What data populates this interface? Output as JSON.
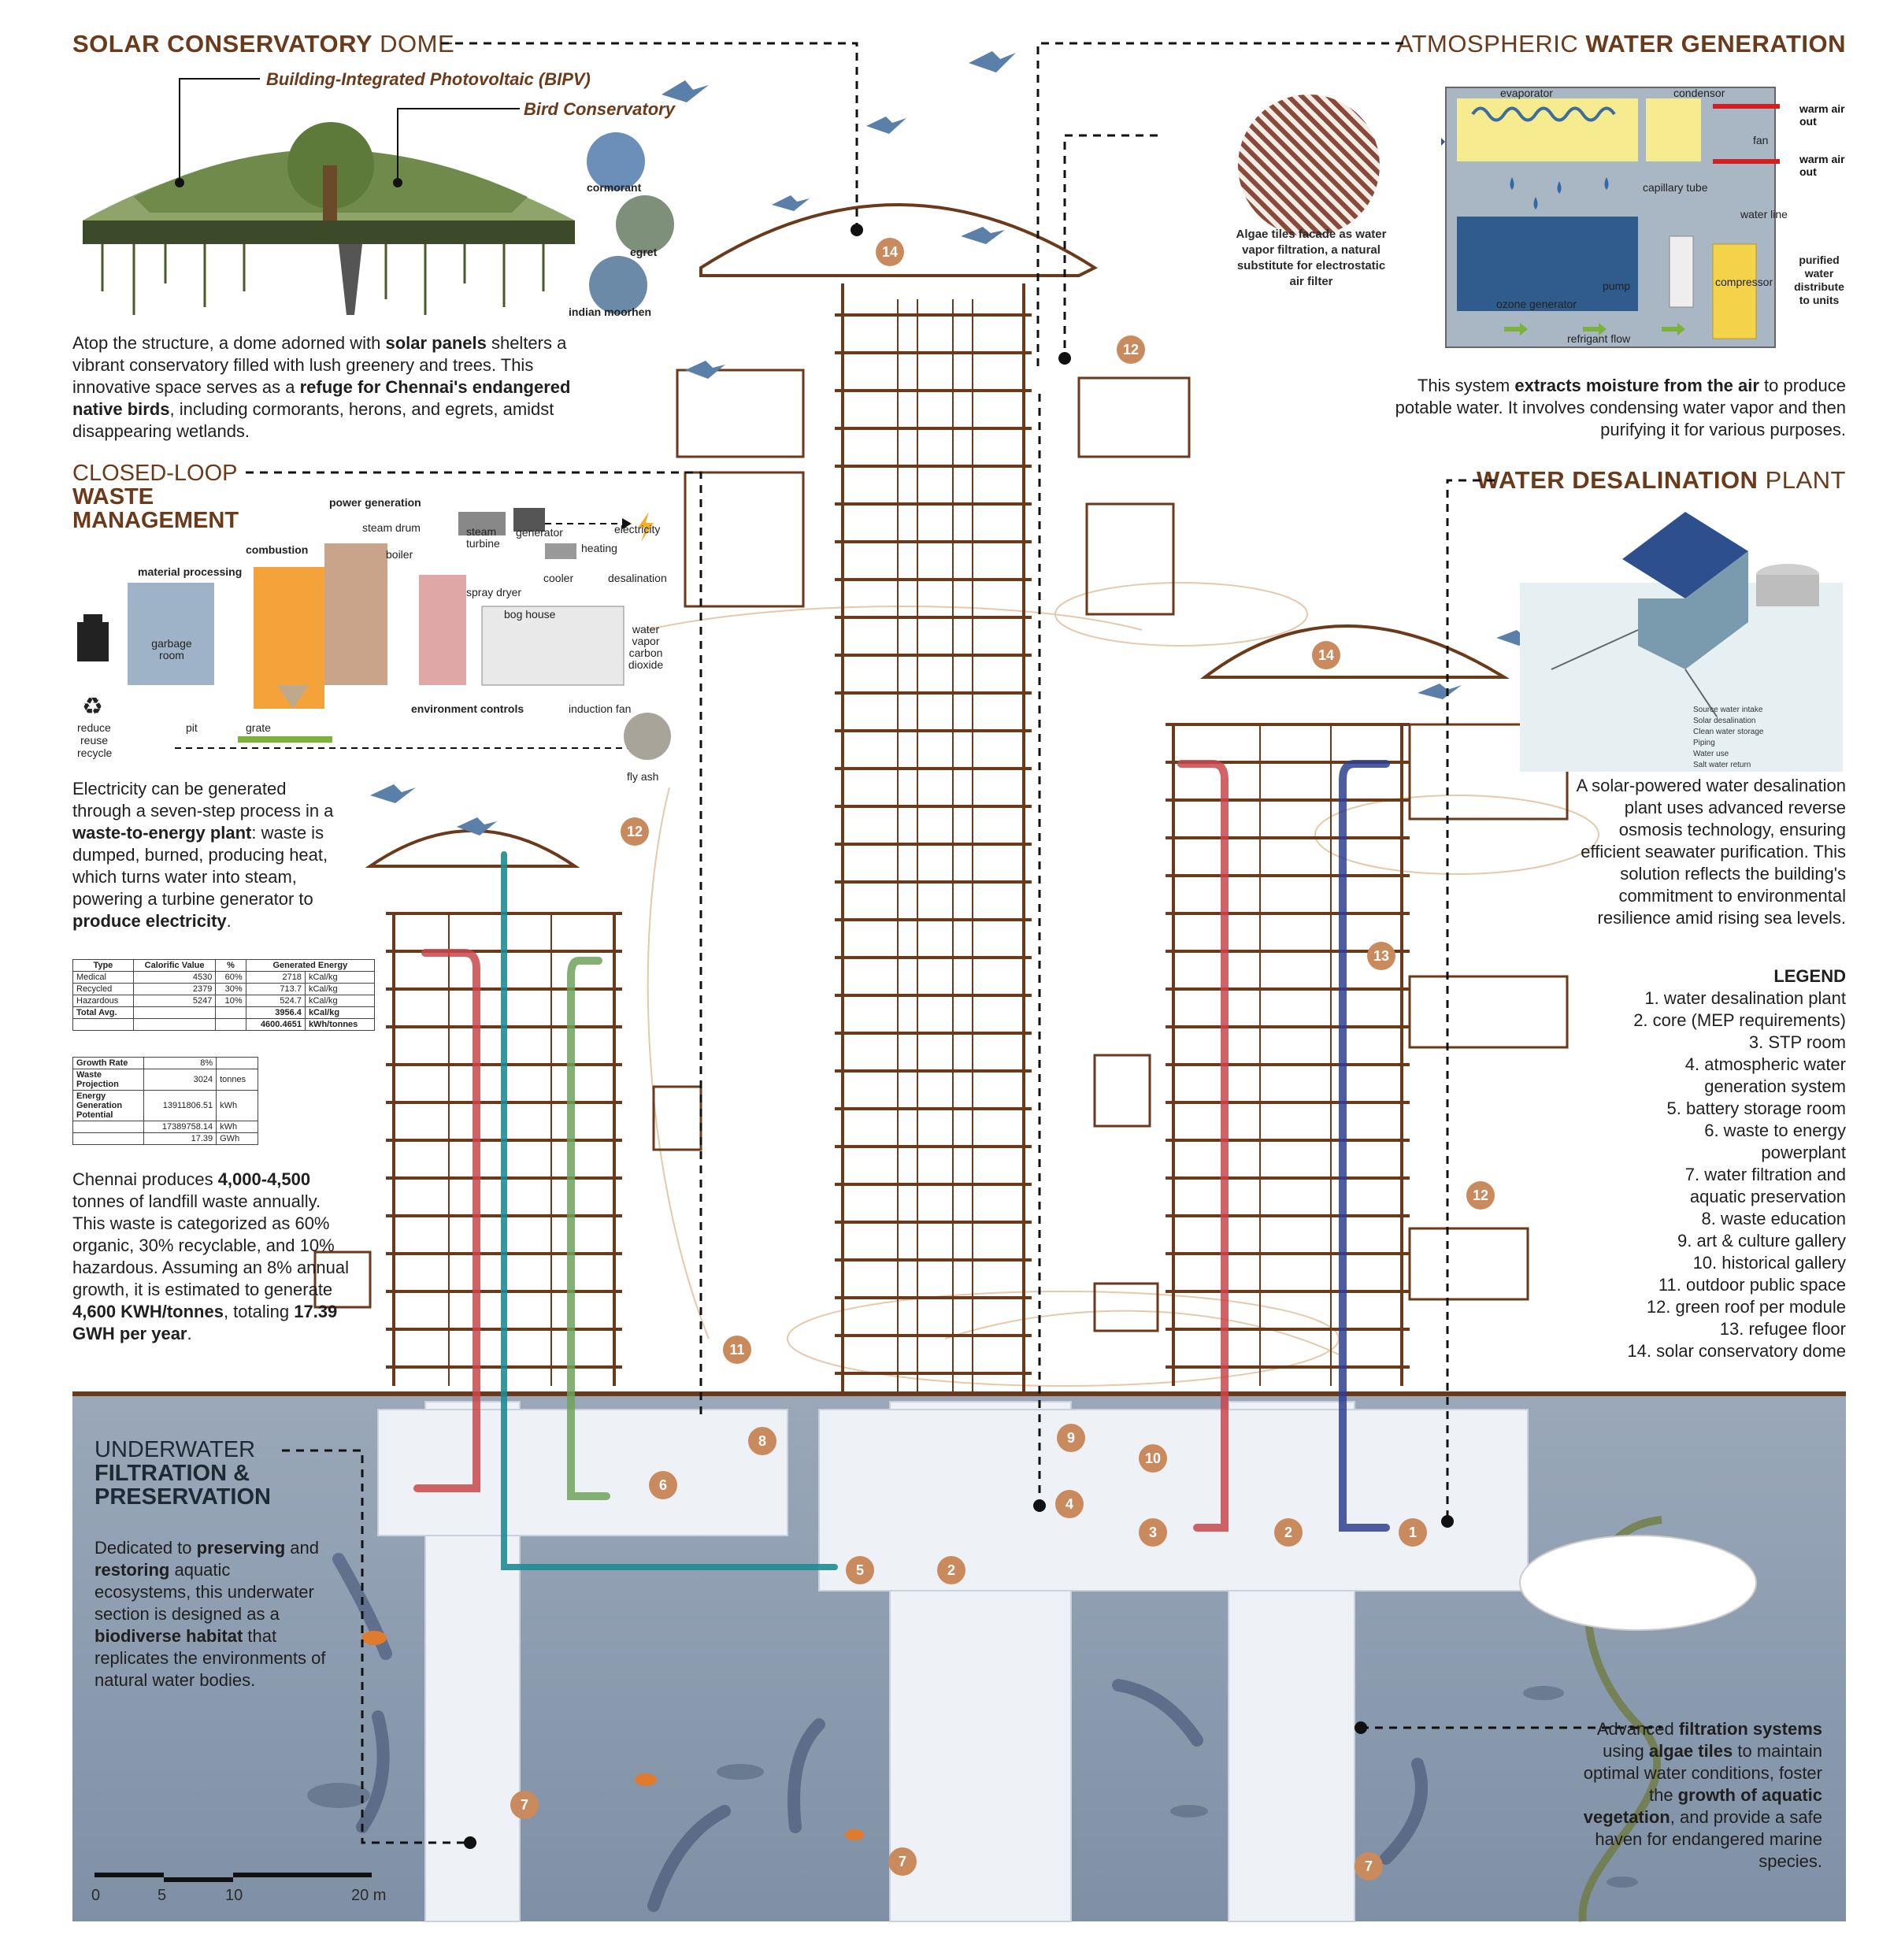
{
  "dome": {
    "title_bold": "SOLAR CONSERVATORY",
    "title_rest": "DOME",
    "label_bipv": "Building-Integrated Photovoltaic (BIPV)",
    "label_bird": "Bird Conservatory",
    "birds": [
      "cormorant",
      "egret",
      "indian moorhen"
    ],
    "desc_1": "Atop the structure, a dome adorned with ",
    "desc_b1": "solar panels",
    "desc_2": " shelters a vibrant conservatory filled with lush greenery and trees. This innovative space serves as a ",
    "desc_b2": "refuge for Chennai's endangered native birds",
    "desc_3": ", including cormorants, herons, and egrets, amidst disappearing wetlands."
  },
  "waste": {
    "title_line1": "CLOSED-LOOP",
    "title_line2": "WASTE",
    "title_line3": "MANAGEMENT",
    "labels": {
      "power_generation": "power generation",
      "steam_drum": "steam drum",
      "steam_turbine": "steam turbine",
      "generator": "generator",
      "electricity": "electricity",
      "combustion": "combustion",
      "boiler": "boiler",
      "heating": "heating",
      "material_processing": "material processing",
      "cooler": "cooler",
      "desalination": "desalination",
      "spray_dryer": "spray dryer",
      "bog_house": "bog house",
      "garbage_room": "garbage room",
      "water_vapor": "water vapor carbon dioxide",
      "reduce": "reduce",
      "reuse": "reuse",
      "recycle": "recycle",
      "pit": "pit",
      "grate": "grate",
      "environment_controls": "environment controls",
      "induction_fan": "induction fan",
      "fly_ash": "fly ash"
    },
    "desc_1": "Electricity can be generated through a seven-step process in a ",
    "desc_b1": "waste-to-energy plant",
    "desc_2": ": waste is dumped, burned, producing heat, which turns water into steam, powering a turbine generator to ",
    "desc_b2": "produce electricity",
    "desc_3": ".",
    "table1": {
      "headers": [
        "Type",
        "Calorific Value",
        "%",
        "Generated Energy",
        ""
      ],
      "rows": [
        [
          "Medical",
          "4530",
          "60%",
          "2718",
          "kCal/kg"
        ],
        [
          "Recycled",
          "2379",
          "30%",
          "713.7",
          "kCal/kg"
        ],
        [
          "Hazardous",
          "5247",
          "10%",
          "524.7",
          "kCal/kg"
        ],
        [
          "Total Avg.",
          "",
          "",
          "3956.4",
          "kCal/kg"
        ],
        [
          "",
          "",
          "",
          "4600.4651",
          "kWh/tonnes"
        ]
      ]
    },
    "table2": {
      "rows": [
        [
          "Growth Rate",
          "8%",
          ""
        ],
        [
          "Waste Projection",
          "3024",
          "tonnes"
        ],
        [
          "Energy Generation Potential",
          "13911806.51",
          "kWh"
        ],
        [
          "",
          "17389758.14",
          "kWh"
        ],
        [
          "",
          "17.39",
          "GWh"
        ]
      ]
    },
    "chennai_1": "Chennai produces ",
    "chennai_b1": "4,000-4,500",
    "chennai_2": " tonnes of landfill waste annually. This waste is categorized as 60% organic, 30% recyclable, and 10% hazardous. Assuming an 8% annual growth, it is estimated to generate ",
    "chennai_b2": "4,600 KWH/tonnes",
    "chennai_3": ", totaling ",
    "chennai_b3": "17.39 GWH per year",
    "chennai_4": "."
  },
  "atmo": {
    "title_rest": "ATMOSPHERIC",
    "title_bold": "WATER GENERATION",
    "algae_caption": "Algae tiles facade as water vapor filtration, a natural substitute for electrostatic air filter",
    "labels": {
      "evaporator": "evaporator",
      "condensor": "condensor",
      "warm_air_1": "warm air out",
      "warm_air_2": "warm air out",
      "fan": "fan",
      "capillary_tube": "capillary tube",
      "water_line": "water line",
      "purified": "purified water distribute to units",
      "compressor": "compressor",
      "ozone_generator": "ozone generator",
      "pump": "pump",
      "refrigerant_flow": "refrigant flow"
    },
    "desc_1": "This system ",
    "desc_b1": "extracts moisture from the air",
    "desc_2": " to produce potable water. It involves condensing water vapor and then purifying it for various purposes."
  },
  "desal": {
    "title_bold": "WATER DESALINATION",
    "title_rest": "PLANT",
    "mini_legend": [
      "Source water intake",
      "Solar desalination",
      "Clean water storage",
      "Piping",
      "Water use",
      "Salt water return"
    ],
    "desc": "A solar-powered water desalination plant uses advanced reverse osmosis technology, ensuring efficient seawater purification. This solution reflects the building's commitment to environmental resilience amid rising sea levels."
  },
  "legend": {
    "title": "LEGEND",
    "items": [
      "1. water desalination plant",
      "2. core (MEP requirements)",
      "3. STP room",
      "4. atmospheric water",
      "generation system",
      "5. battery storage room",
      "6. waste to energy",
      "powerplant",
      "7. water filtration and",
      "aquatic preservation",
      "8. waste education",
      "9. art & culture gallery",
      "10. historical gallery",
      "11. outdoor public space",
      "12. green roof per module",
      "13. refugee floor",
      "14. solar conservatory dome"
    ]
  },
  "underwater": {
    "title_line1": "UNDERWATER",
    "title_line2": "FILTRATION &",
    "title_line3": "PRESERVATION",
    "desc_1": "Dedicated to ",
    "desc_b1": "preserving",
    "desc_2": " and ",
    "desc_b2": "restoring",
    "desc_3": " aquatic ecosystems, this underwater section is designed as a ",
    "desc_b3": "biodiverse habitat",
    "desc_4": " that replicates the environments of natural water bodies."
  },
  "filtration": {
    "p1": "Advanced ",
    "b1": "filtration systems",
    "p2": " using ",
    "b2": "algae tiles",
    "p3": " to maintain optimal water conditions, foster the ",
    "b3": "growth of aquatic vegetation",
    "p4": ", and provide a safe haven for endangered marine species."
  },
  "scale": {
    "labels": [
      "0",
      "5",
      "10",
      "20 m"
    ]
  },
  "badges": [
    "14",
    "12",
    "14",
    "12",
    "12",
    "13",
    "12",
    "11",
    "8",
    "9",
    "10",
    "4",
    "6",
    "3",
    "2",
    "1",
    "5",
    "2",
    "7",
    "7",
    "7"
  ],
  "colors": {
    "accent_brown": "#6b3a1a",
    "badge": "#c98a5e",
    "water": "#8f9fb2",
    "pipe_red": "#c9474a",
    "pipe_green": "#6fa35a",
    "pipe_blue": "#2f3f8f",
    "pipe_teal": "#1e8c93"
  }
}
